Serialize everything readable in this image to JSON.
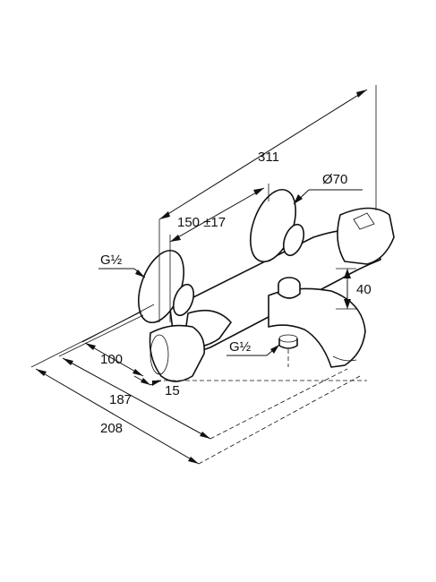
{
  "dimensions": {
    "overall_length": "311",
    "centers": "150 ±17",
    "handle_diameter": "Ø70",
    "inlet_left": "G½",
    "inlet_outlet": "G½",
    "depth_100": "100",
    "depth_187": "187",
    "depth_208": "208",
    "offset_15": "15",
    "height_40": "40"
  }
}
